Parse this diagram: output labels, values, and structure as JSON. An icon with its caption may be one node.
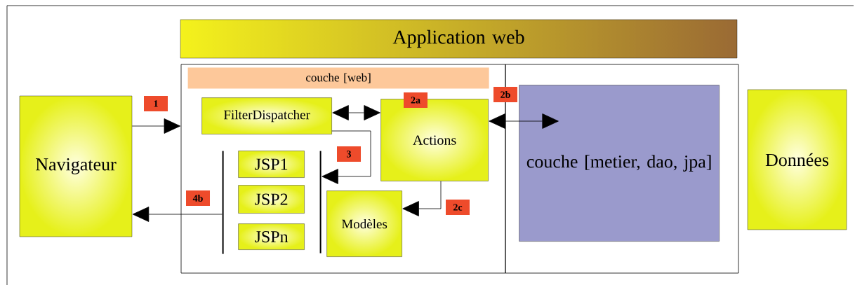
{
  "diagram": {
    "nodes": [
      {
        "text": [
          "Application web"
        ]
      },
      {
        "text": [],
        "shape": "box"
      },
      {
        "text": [
          "couche [web]"
        ],
        "in": 1
      },
      {
        "text": [],
        "shape": "box"
      },
      {
        "text": [
          "couche [metier, dao, jpa]"
        ],
        "in": 3
      },
      {
        "text": [
          "Navigateur"
        ]
      },
      {
        "text": [
          "Données"
        ]
      },
      {
        "text": [
          "FilterDispatcher"
        ],
        "in": 1
      },
      {
        "text": [
          "Actions"
        ],
        "in": 1
      },
      {
        "text": [
          "JSP1"
        ],
        "in": 1
      },
      {
        "text": [
          "JSP2"
        ],
        "in": 1
      },
      {
        "text": [
          "JSPn"
        ],
        "in": 1
      },
      {
        "text": [
          "Modèles"
        ],
        "in": 1
      },
      {
        "text": [],
        "shape": "bar",
        "in": 1
      },
      {
        "text": [],
        "shape": "bar",
        "in": 1
      }
    ],
    "edges": [
      {
        "from": 5,
        "to": 1,
        "arrow": "to",
        "label": "1"
      },
      {
        "from": 7,
        "to": 8,
        "arrow": "both",
        "label": "2a"
      },
      {
        "from": 8,
        "to": 4,
        "arrow": "both",
        "label": "2b"
      },
      {
        "from": 7,
        "to": 14,
        "arrow": "to",
        "label": "3"
      },
      {
        "from": 8,
        "to": 12,
        "arrow": "to",
        "label": "2c"
      },
      {
        "from": 13,
        "to": 5,
        "arrow": "to",
        "label": "4b"
      }
    ]
  }
}
